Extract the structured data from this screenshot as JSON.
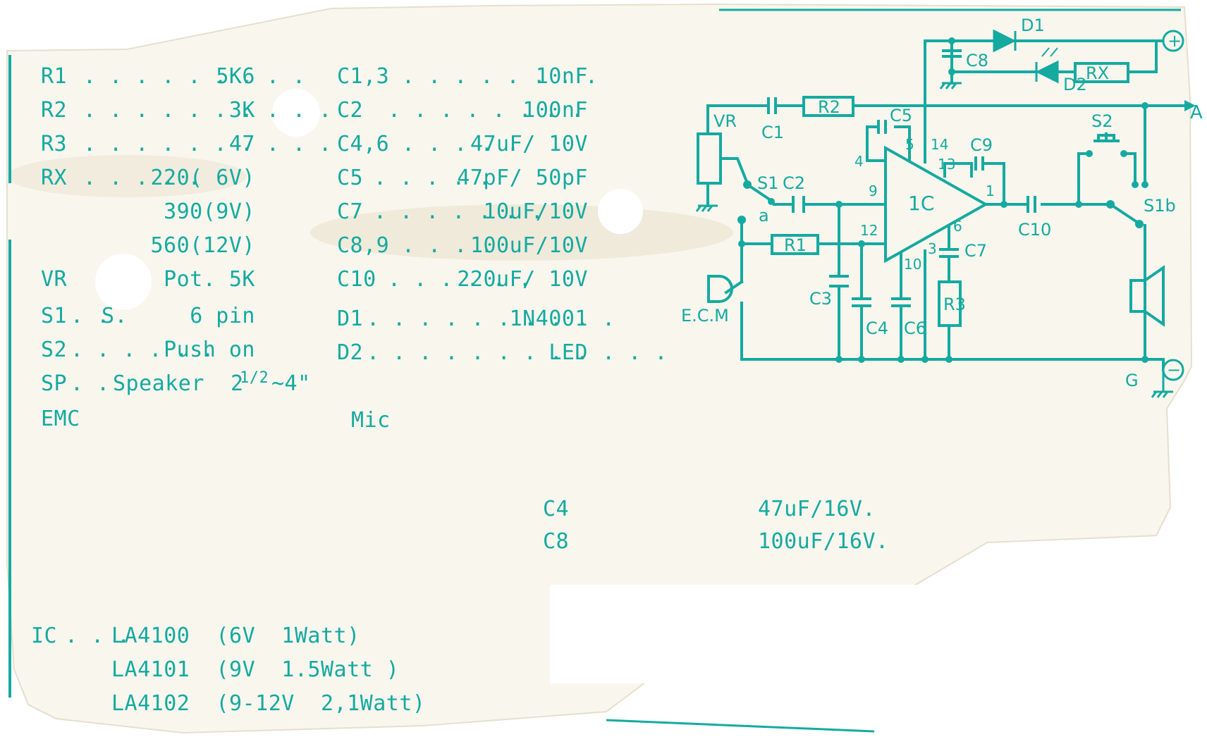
{
  "colors": {
    "ink": "#14aaa0",
    "paper": "#f9f6ee",
    "stain": "#f0eadb"
  },
  "parts_left": [
    {
      "ref": "R1",
      "value": "5K6"
    },
    {
      "ref": "R2",
      "value": "3K"
    },
    {
      "ref": "R3",
      "value": "47"
    },
    {
      "ref": "RX",
      "value": "220( 6V)"
    },
    {
      "ref": "",
      "value": "390(9V)"
    },
    {
      "ref": "",
      "value": "560(12V)"
    },
    {
      "ref": "VR",
      "value": "Pot. 5K"
    },
    {
      "ref": "S1",
      "value": "6 pin"
    },
    {
      "ref": "S2",
      "value": "Push on"
    }
  ],
  "s1_prefix": "S.",
  "sp": {
    "ref": "SP",
    "value": "Speaker  2",
    "frac": "1/2",
    "tail": "~4\""
  },
  "emc": {
    "ref": "EMC",
    "value": "Mic"
  },
  "parts_right": [
    {
      "ref": "C1,3",
      "value": "10nF"
    },
    {
      "ref": "C2",
      "value": "100nF"
    },
    {
      "ref": "C4,6",
      "value": "47uF/ 10V"
    },
    {
      "ref": "C5",
      "value": "47pF/ 50pF"
    },
    {
      "ref": "C7",
      "value": "10uF/10V"
    },
    {
      "ref": "C8,9",
      "value": "100uF/10V"
    },
    {
      "ref": "C10",
      "value": "220uF/ 10V"
    },
    {
      "ref": "D1",
      "value": "1N4001"
    },
    {
      "ref": "D2",
      "value": "LED"
    }
  ],
  "notes": [
    {
      "ref": "C4",
      "value": "47uF/16V."
    },
    {
      "ref": "C8",
      "value": "100uF/16V."
    }
  ],
  "ic": {
    "ref": "IC",
    "options": [
      "LA4100  (6V  1Watt)",
      "LA4101  (9V  1.5Watt )",
      "LA4102  (9-12V  2,1Watt)"
    ]
  },
  "schematic": {
    "ic_label": "1C",
    "labels": {
      "D1": "D1",
      "D2": "D2",
      "RX": "RX",
      "C8": "C8",
      "R2": "R2",
      "C1": "C1",
      "C5": "C5",
      "VR": "VR",
      "S1": "S1",
      "a": "a",
      "C2": "C2",
      "R1": "R1",
      "C3": "C3",
      "C4": "C4",
      "C6": "C6",
      "R3": "R3",
      "C7": "C7",
      "C9": "C9",
      "C10": "C10",
      "S2": "S2",
      "S1b": "S1b",
      "ECM": "E.C.M",
      "A": "A",
      "G": "G",
      "plus": "+",
      "minus": "−"
    },
    "pins": {
      "p1": "1",
      "p3": "3",
      "p4": "4",
      "p5": "5",
      "p6": "6",
      "p9": "9",
      "p10": "10",
      "p12": "12",
      "p13": "13",
      "p14": "14"
    }
  }
}
